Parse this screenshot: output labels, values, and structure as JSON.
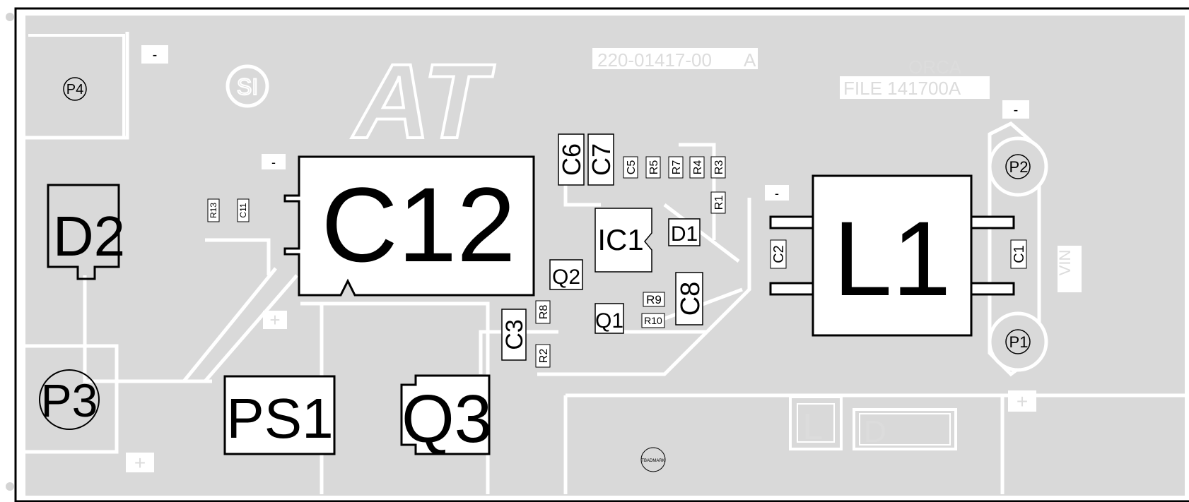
{
  "board": {
    "part_number": "220-01417-00",
    "revision": "A",
    "name": "ORCA",
    "file": "FILE 141700A",
    "logo_text": "AT",
    "vin_label": "VIN",
    "mark_label": "TBADMARK",
    "bottom_box_labels": [
      "L",
      "D"
    ]
  },
  "polarity": {
    "plus": "+",
    "minus": "-"
  },
  "components": {
    "P4": "P4",
    "P3": "P3",
    "P2": "P2",
    "P1": "P1",
    "D2": "D2",
    "D1": "D1",
    "C12": "C12",
    "C11": "C11",
    "C8": "C8",
    "C7": "C7",
    "C6": "C6",
    "C5": "C5",
    "C3": "C3",
    "C2": "C2",
    "C1": "C1",
    "R13": "R13",
    "R10": "R10",
    "R9": "R9",
    "R8": "R8",
    "R7": "R7",
    "R5": "R5",
    "R4": "R4",
    "R3": "R3",
    "R2": "R2",
    "R1": "R1",
    "Q1": "Q1",
    "Q2": "Q2",
    "Q3": "Q3",
    "IC1": "IC1",
    "PS1": "PS1",
    "L1": "L1",
    "SI": "SI"
  },
  "colors": {
    "copper": "#d9d9d9",
    "background": "#ffffff",
    "silkscreen": "#000000",
    "outline": "#000000"
  }
}
